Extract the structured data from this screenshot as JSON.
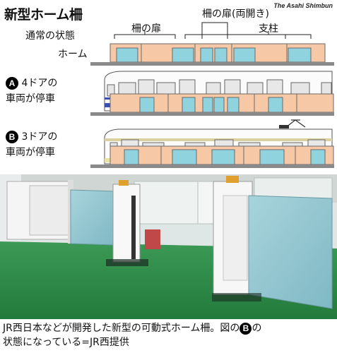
{
  "header": {
    "title": "新型ホーム柵",
    "credit": "The Asahi Shimbun"
  },
  "diagram": {
    "normal_label_line1": "通常の状態",
    "normal_label_line2": "ホーム",
    "label_door": "柵の扉",
    "label_double_door": "柵の扉(両開き)",
    "label_pillar": "支柱",
    "case_a_badge": "A",
    "case_a_line1": "4ドアの",
    "case_a_line2": "車両が停車",
    "case_b_badge": "B",
    "case_b_line1": "3ドアの",
    "case_b_line2": "車両が停車"
  },
  "caption": {
    "before_badge": "JR西日本などが開発した新型の可動式ホーム柵。図の",
    "badge": "B",
    "after_badge": "の",
    "line2": "状態になっている=JR西提供"
  },
  "colors": {
    "panel": "#f6c8a6",
    "door_glass": "#8fd3df",
    "train_stripe": "#3f4fae",
    "train_beige": "#e8e2a6",
    "platform_floor": "#2e8a45"
  }
}
